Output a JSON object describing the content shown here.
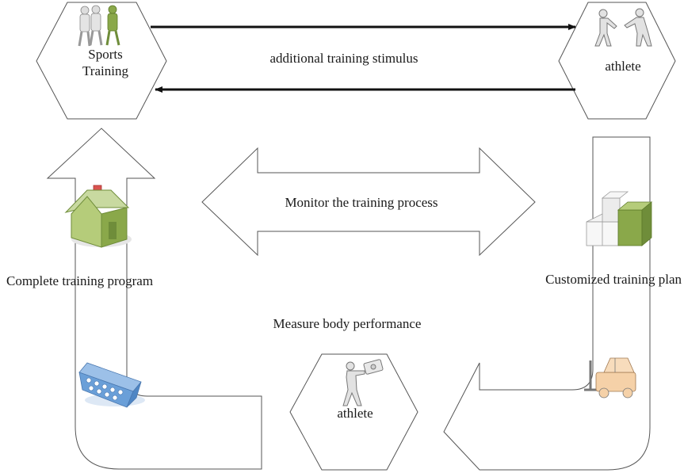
{
  "nodes": {
    "sports_training": {
      "line1": "Sports",
      "line2": "Training"
    },
    "athlete_top": {
      "label": "athlete"
    },
    "athlete_bottom": {
      "label": "athlete"
    }
  },
  "labels": {
    "stimulus": "additional training stimulus",
    "monitor": "Monitor the training process",
    "complete": "Complete training program",
    "customized": "Customized training plan",
    "measure": "Measure body performance"
  },
  "colors": {
    "green": "#8aa84a",
    "green_light": "#b5cc7a",
    "blue": "#6a9fd8",
    "orange": "#f5d1a8",
    "arrow": "#111111",
    "outline": "#555555"
  }
}
